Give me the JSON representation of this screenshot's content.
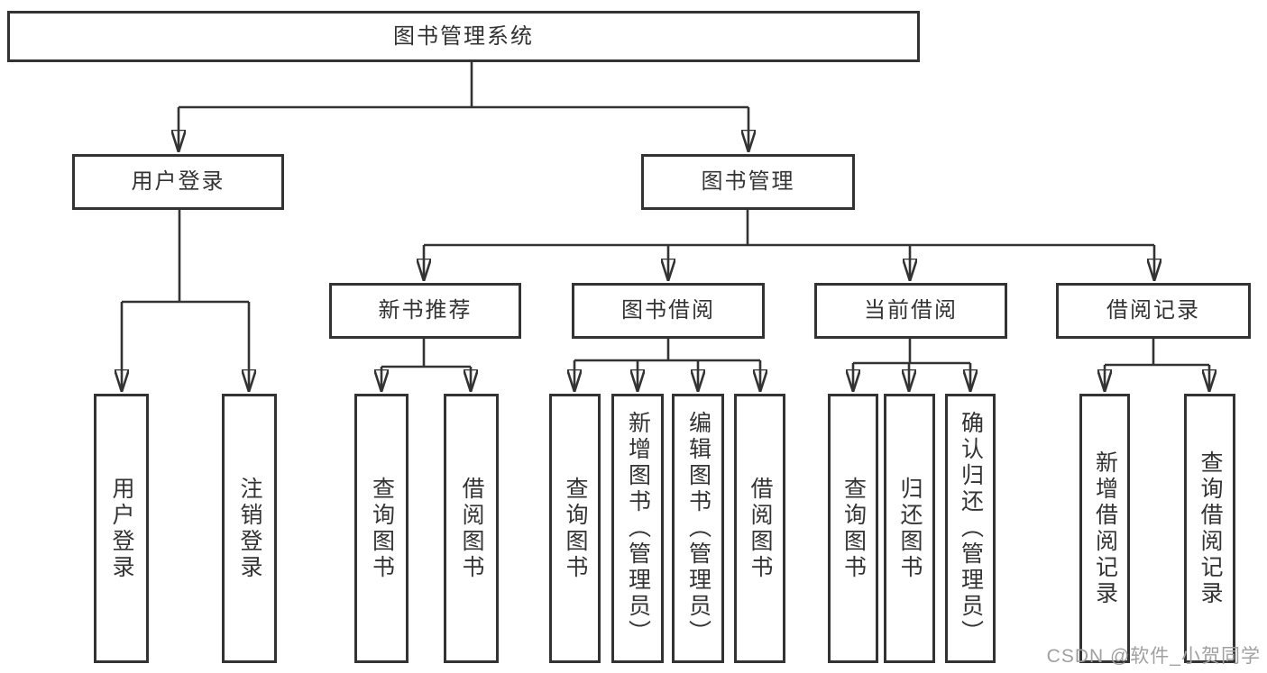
{
  "colors": {
    "line": "#333333",
    "text": "#333333",
    "box_background": "#ffffff",
    "watermark": "#a0a0a0"
  },
  "root": {
    "label": "图书管理系统"
  },
  "branches": {
    "user_login": {
      "label": "用户登录",
      "children": {
        "login": "用户登录",
        "logout": "注销登录"
      }
    },
    "book_management": {
      "label": "图书管理"
    }
  },
  "modules": {
    "new_book_recommend": {
      "label": "新书推荐",
      "children": [
        "查询图书",
        "借阅图书"
      ]
    },
    "book_borrow": {
      "label": "图书借阅",
      "children": [
        "查询图书",
        "新增图书（管理员）",
        "编辑图书（管理员）",
        "借阅图书"
      ]
    },
    "current_borrow": {
      "label": "当前借阅",
      "children": [
        "查询图书",
        "归还图书",
        "确认归还（管理员）"
      ]
    },
    "borrow_record": {
      "label": "借阅记录",
      "children": [
        "新增借阅记录",
        "查询借阅记录"
      ]
    }
  },
  "watermark": "CSDN @软件_小贺同学"
}
